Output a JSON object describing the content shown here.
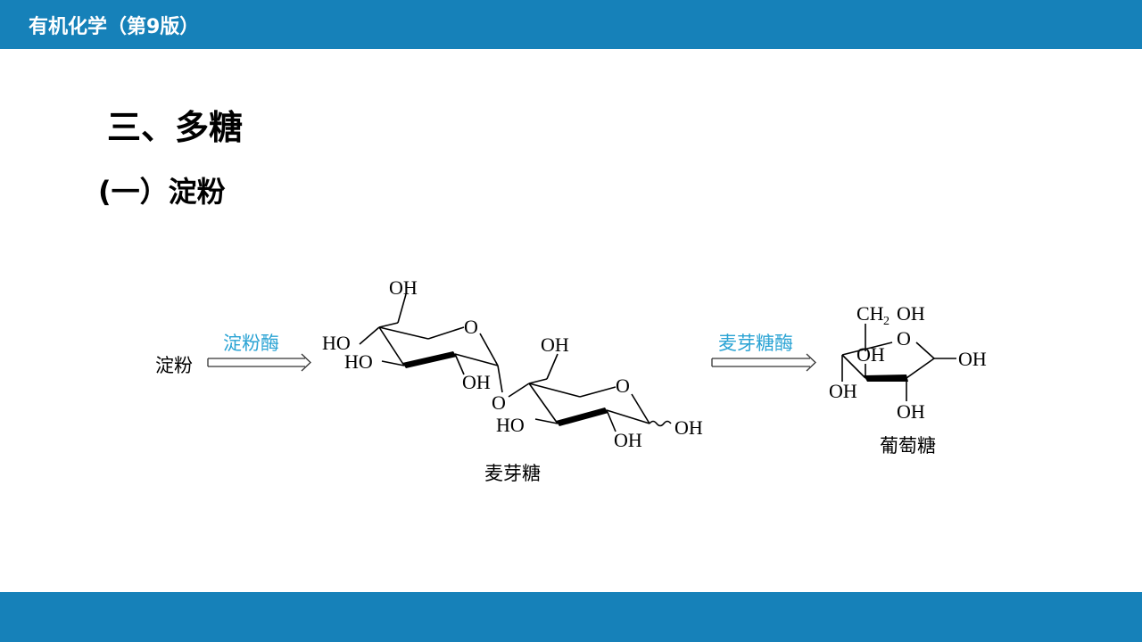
{
  "header": {
    "course_title": "有机化学（第9版）"
  },
  "section": {
    "title": "三、多糖",
    "subtitle": "(一）淀粉"
  },
  "reaction": {
    "reactant": "淀粉",
    "enzyme1": "淀粉酶",
    "intermediate": "麦芽糖",
    "enzyme2": "麦芽糖酶",
    "product": "葡萄糖"
  },
  "maltose": {
    "oh_ring1_ch2": "OH",
    "ring1_o": "O",
    "ho_ring1_c4a": "HO",
    "ho_ring1_c4b": "HO",
    "oh_ring1_c2": "OH",
    "glycosidic_o": "O",
    "oh_ring2_ch2": "OH",
    "ring2_o": "O",
    "ho_ring2_c3": "HO",
    "oh_ring2_c2": "OH",
    "oh_ring2_c1": "OH"
  },
  "glucose": {
    "ch2": "CH",
    "sub2": "2",
    "oh_ch2": "OH",
    "ring_o": "O",
    "oh_c4": "OH",
    "oh_c1": "OH",
    "oh_c3": "OH",
    "oh_c2": "OH"
  },
  "colors": {
    "bar": "#1681b9",
    "enzyme_text": "#2aa3d4",
    "text": "#000000",
    "background": "#ffffff"
  }
}
